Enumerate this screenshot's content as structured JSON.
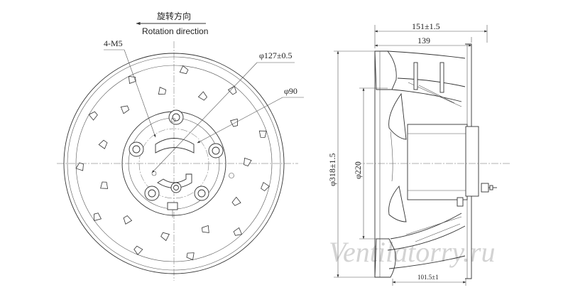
{
  "caption": {
    "rotation_cn": "旋转方向",
    "rotation_en": "Rotation direction"
  },
  "front_view": {
    "thread_label": "4-M5",
    "bolt_circle_label": "φ127±0.5",
    "inner_diameter_label": "φ90"
  },
  "side_view": {
    "overall_width_label": "151±1.5",
    "body_width_label": "139",
    "outer_diameter_label": "φ318±1.5",
    "motor_diameter_label": "φ220",
    "bottom_width_label": "101.5±1"
  },
  "watermark": "Ventilatorry.ru",
  "colors": {
    "line": "#333333",
    "watermark": "#d3d3d3"
  }
}
